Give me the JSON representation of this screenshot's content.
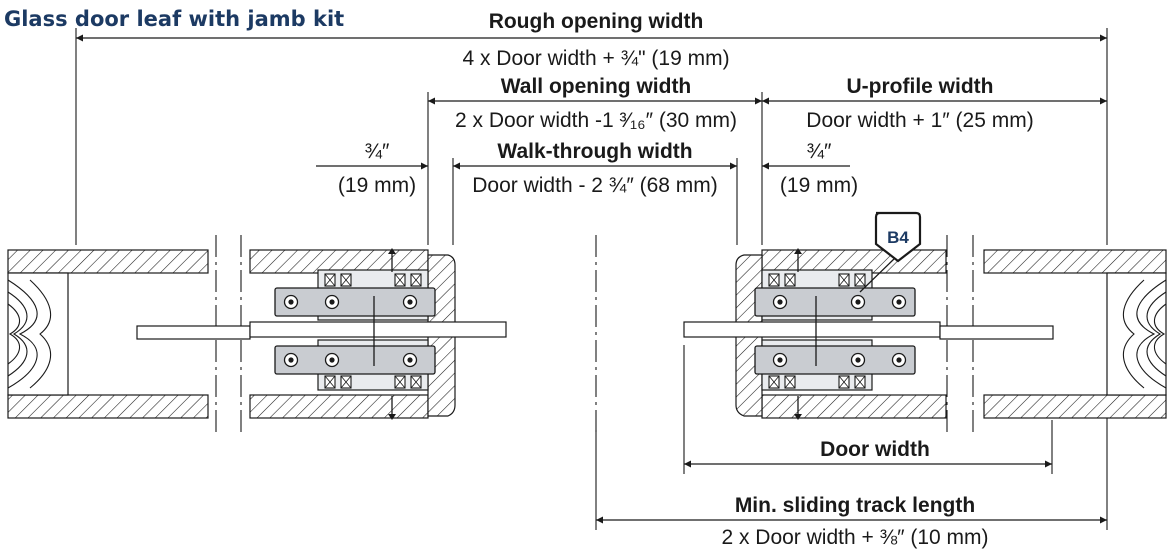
{
  "title": "Glass door leaf with jamb kit",
  "colors": {
    "title": "#1c3a63",
    "ink": "#1a1a1a",
    "plate": "#c9ccd1",
    "callout": "#1c3a63"
  },
  "dimensions": {
    "rough_opening": {
      "label": "Rough opening width",
      "formula": "4 x Door width + ¾\" (19 mm)"
    },
    "wall_opening": {
      "label": "Wall opening width",
      "formula": "2 x Door width -1 ³⁄₁₆″ (30 mm)"
    },
    "u_profile": {
      "label": "U-profile width",
      "formula": "Door width + 1″ (25 mm)"
    },
    "walk_through": {
      "label": "Walk-through width",
      "formula": "Door width - 2 ¾″ (68 mm)"
    },
    "left_gap": {
      "fraction": "¾″",
      "metric": "(19 mm)"
    },
    "right_gap": {
      "fraction": "¾″",
      "metric": "(19 mm)"
    },
    "door_width": {
      "label": "Door width"
    },
    "track_length": {
      "label": "Min. sliding track length",
      "formula": "2 x Door width + ⅜″ (10 mm)"
    }
  },
  "callout": {
    "label": "B4"
  }
}
